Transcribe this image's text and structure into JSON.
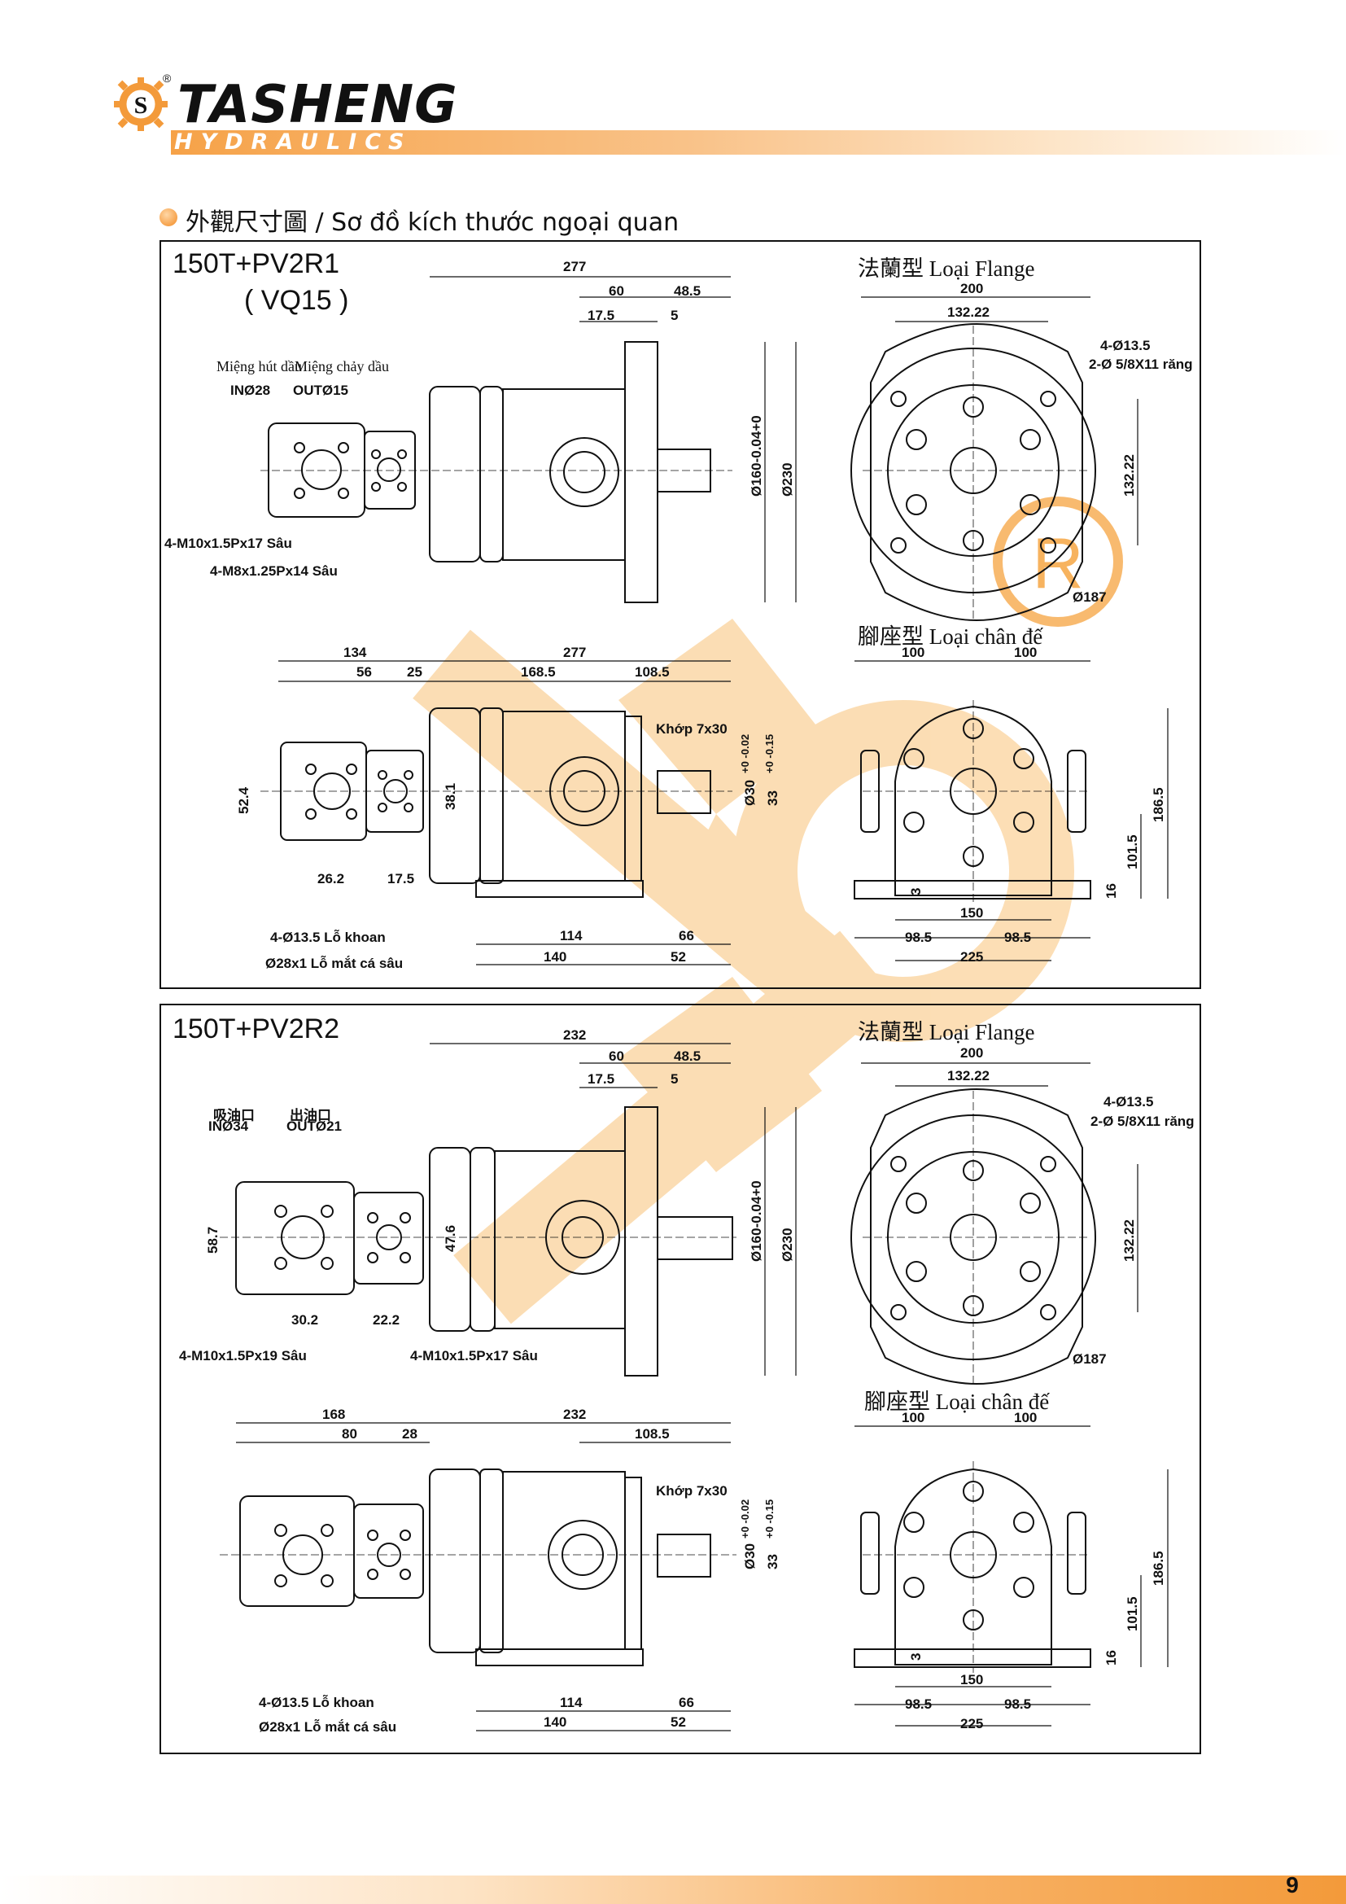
{
  "brand": {
    "name": "TASHENG",
    "sub": "HYDRAULICS",
    "reg": "®",
    "colors": {
      "accent": "#f39a3a",
      "accent_light": "#fde3c4",
      "text": "#111111"
    }
  },
  "section": {
    "title": "外觀尺寸圖 / Sơ đồ kích thước ngoại quan"
  },
  "panels": [
    {
      "model": "150T+PV2R1",
      "model_sub": "( VQ15 )",
      "flange_title": "法蘭型 Loại Flange",
      "foot_title": "腳座型 Loại chân đế",
      "inlet_label": "Miệng hút dầu",
      "inlet_size": "INØ28",
      "outlet_label": "Miệng chảy dầu",
      "outlet_size": "OUTØ15",
      "thread_1": "4-M10x1.5Px17 Sâu",
      "thread_2": "4-M8x1.25Px14 Sâu",
      "top_dims": {
        "d277": "277",
        "d60": "60",
        "d48_5": "48.5",
        "d17_5": "17.5",
        "d5": "5",
        "d160": "Ø160-0.04+0",
        "d230": "Ø230"
      },
      "flange_dims": {
        "d200": "200",
        "d132_22": "132.22",
        "holes": "4-Ø13.5",
        "holes2": "2-Ø 5/8X11 răng",
        "v132_22": "132.22",
        "d187": "Ø187"
      },
      "side_dims": {
        "d134": "134",
        "d56": "56",
        "d25": "25",
        "d277": "277",
        "d168_5": "168.5",
        "d108_5": "108.5",
        "key": "Khớp 7x30",
        "tol1": "+0 -0.02",
        "tol2": "+0 -0.15",
        "d52_4": "52.4",
        "d38_1": "38.1",
        "d30": "Ø30",
        "d33": "33",
        "d26_2": "26.2",
        "d17_5": "17.5",
        "d114": "114",
        "d66": "66",
        "d140": "140",
        "d52": "52",
        "drill": "4-Ø13.5 Lỗ khoan",
        "counterbore": "Ø28x1 Lỗ mắt cá sâu"
      },
      "foot_dims": {
        "d100a": "100",
        "d100b": "100",
        "d186_5": "186.5",
        "d101_5": "101.5",
        "d16": "16",
        "d3": "3",
        "d150": "150",
        "d98_5a": "98.5",
        "d98_5b": "98.5",
        "d225": "225"
      }
    },
    {
      "model": "150T+PV2R2",
      "flange_title": "法蘭型 Loại Flange",
      "foot_title": "腳座型 Loại chân đế",
      "inlet_label": "吸油口",
      "inlet_size": "INØ34",
      "outlet_label": "出油口",
      "outlet_size": "OUTØ21",
      "thread_1": "4-M10x1.5Px19 Sâu",
      "thread_2": "4-M10x1.5Px17 Sâu",
      "top_dims": {
        "d232": "232",
        "d60": "60",
        "d48_5": "48.5",
        "d17_5": "17.5",
        "d5": "5",
        "d58_7": "58.7",
        "d47_6": "47.6",
        "d30_2": "30.2",
        "d22_2": "22.2",
        "d160": "Ø160-0.04+0",
        "d230": "Ø230"
      },
      "flange_dims": {
        "d200": "200",
        "d132_22": "132.22",
        "holes": "4-Ø13.5",
        "holes2": "2-Ø 5/8X11 răng",
        "v132_22": "132.22",
        "d187": "Ø187"
      },
      "side_dims": {
        "d168": "168",
        "d80": "80",
        "d28": "28",
        "d232": "232",
        "d108_5": "108.5",
        "key": "Khớp 7x30",
        "tol1": "+0 -0.02",
        "tol2": "+0 -0.15",
        "d30": "Ø30",
        "d33": "33",
        "d114": "114",
        "d66": "66",
        "d140": "140",
        "d52": "52",
        "drill": "4-Ø13.5 Lỗ khoan",
        "counterbore": "Ø28x1 Lỗ mắt cá sâu"
      },
      "foot_dims": {
        "d100a": "100",
        "d100b": "100",
        "d186_5": "186.5",
        "d101_5": "101.5",
        "d16": "16",
        "d3": "3",
        "d150": "150",
        "d98_5a": "98.5",
        "d98_5b": "98.5",
        "d225": "225"
      }
    }
  ],
  "page": {
    "number": "9"
  }
}
